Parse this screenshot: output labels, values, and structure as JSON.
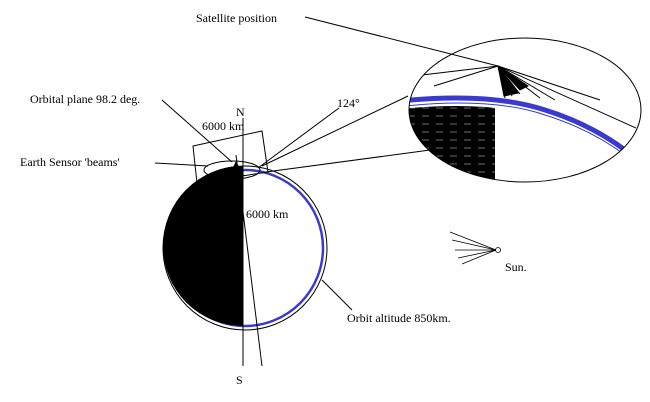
{
  "labels": {
    "satellite_position": "Satellite position",
    "orbital_plane": "Orbital plane 98.2 deg.",
    "earth_sensor": "Earth Sensor 'beams'",
    "north": "N",
    "south": "S",
    "angle": "124°",
    "km_top": "6000 km",
    "km_side": "6000 km",
    "sun": "Sun.",
    "orbit_altitude": "Orbit altitude 850km."
  },
  "colors": {
    "ink": "#000000",
    "orbit": "#3a3ad0",
    "background": "#ffffff"
  }
}
